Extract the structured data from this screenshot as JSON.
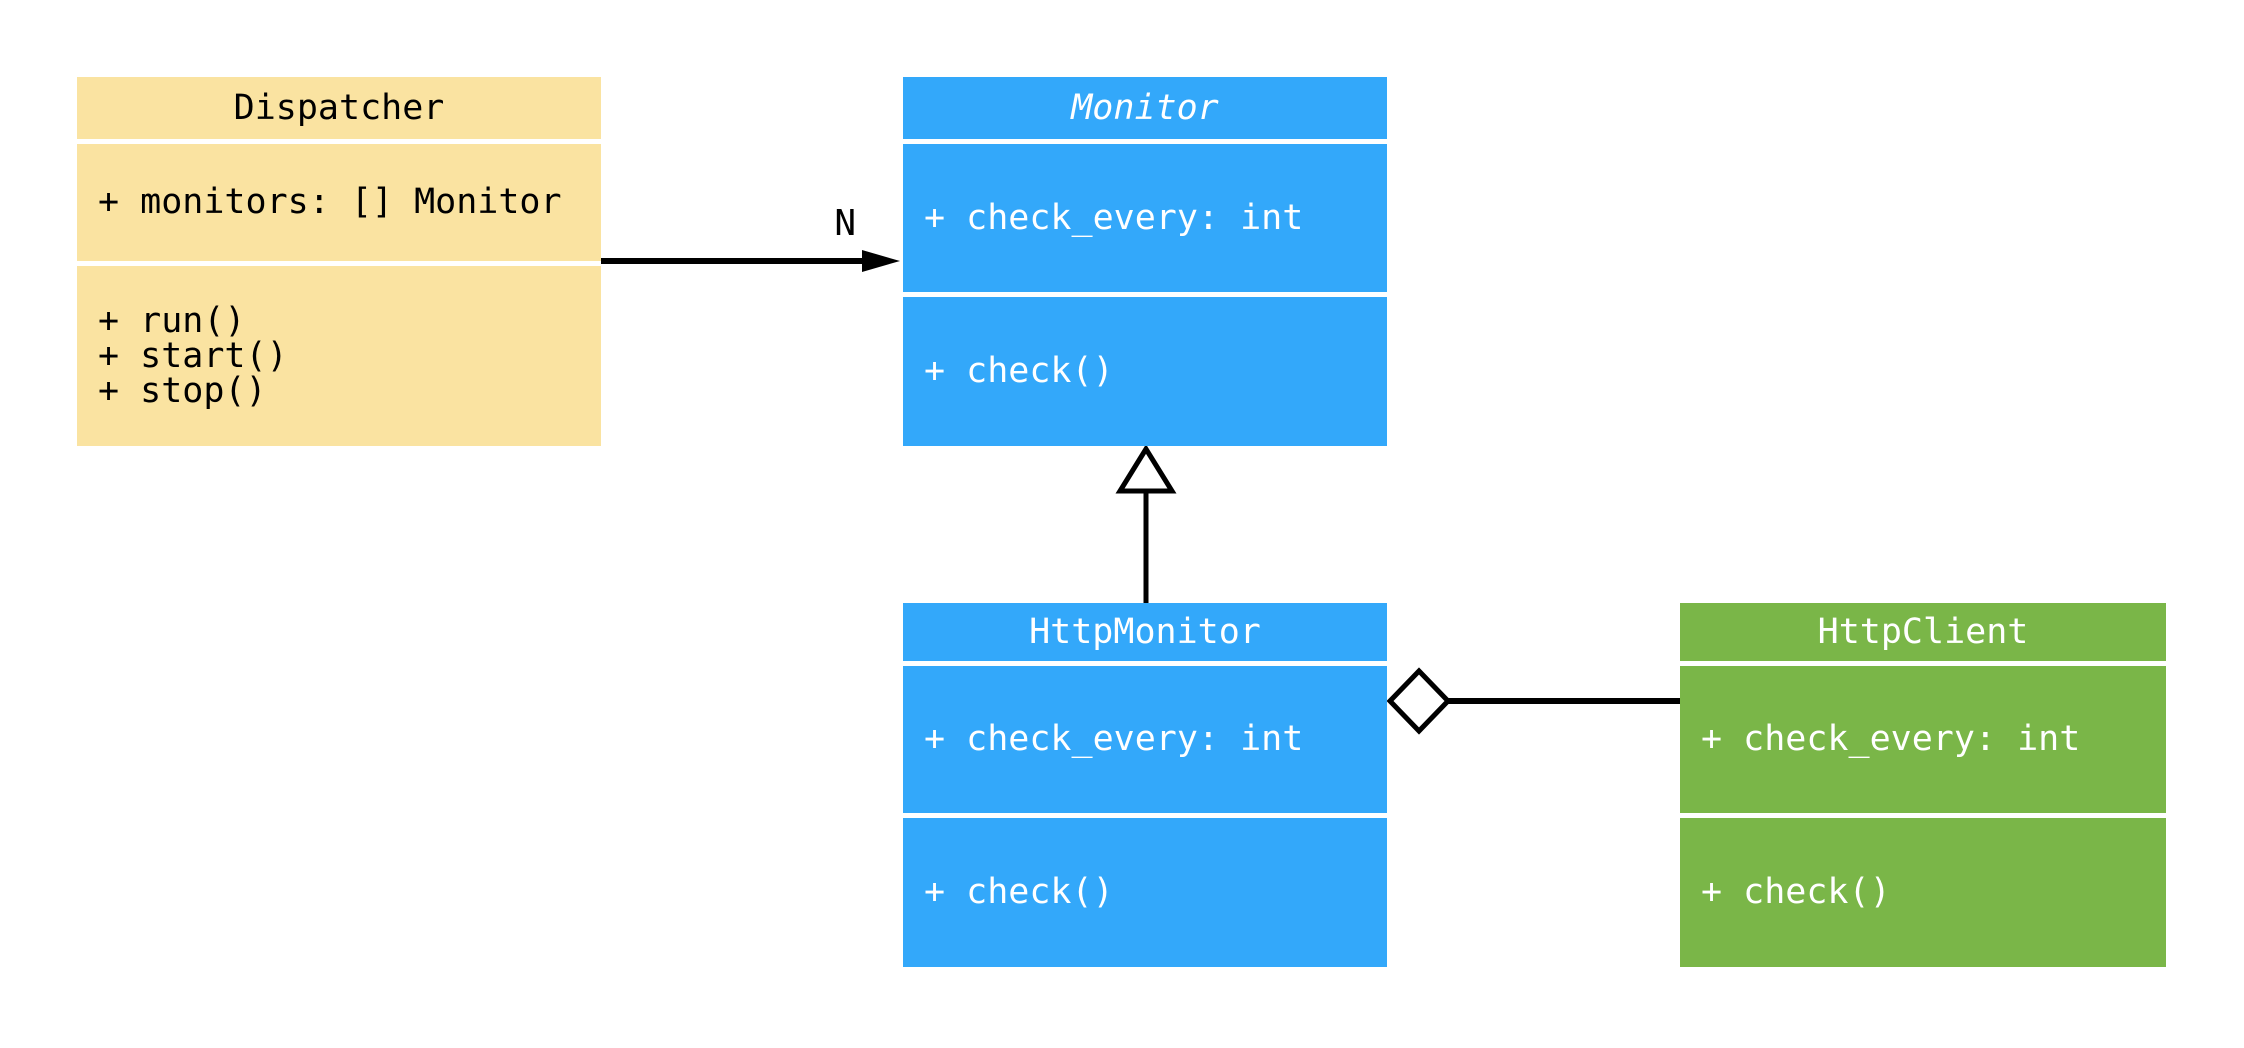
{
  "diagram": {
    "type": "uml-class-diagram",
    "background": "#ffffff",
    "connector_color": "#000000",
    "shape_fill": "#ffffff",
    "classes": [
      {
        "name": "Dispatcher",
        "abstract": false,
        "fill": "#FAE3A1",
        "text_color": "#000000",
        "attributes": [
          "+ monitors: [] Monitor"
        ],
        "methods": [
          "+ run()",
          "+ start()",
          "+ stop()"
        ]
      },
      {
        "name": "Monitor",
        "abstract": true,
        "fill": "#33A8FA",
        "text_color": "#FFFFFF",
        "attributes": [
          "+ check_every: int"
        ],
        "methods": [
          "+ check()"
        ]
      },
      {
        "name": "HttpMonitor",
        "abstract": false,
        "fill": "#33A8FA",
        "text_color": "#FFFFFF",
        "attributes": [
          "+ check_every: int"
        ],
        "methods": [
          "+ check()"
        ]
      },
      {
        "name": "HttpClient",
        "abstract": false,
        "fill": "#7AB648",
        "text_color": "#FFFFFF",
        "attributes": [
          "+ check_every: int"
        ],
        "methods": [
          "+ check()"
        ]
      }
    ],
    "relationships": [
      {
        "type": "directed-association",
        "from": "Dispatcher",
        "to": "Monitor",
        "label": "N"
      },
      {
        "type": "inheritance",
        "from": "HttpMonitor",
        "to": "Monitor",
        "label": ""
      },
      {
        "type": "aggregation",
        "from": "HttpMonitor",
        "to": "HttpClient",
        "label": ""
      }
    ]
  }
}
